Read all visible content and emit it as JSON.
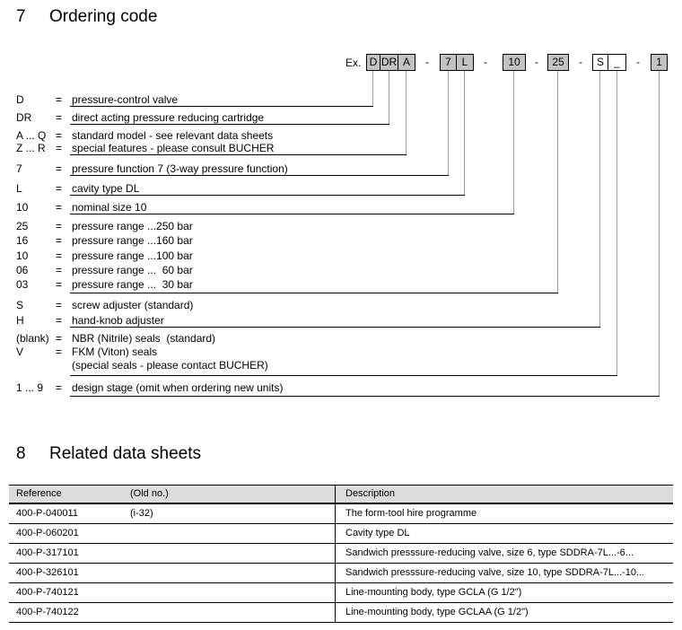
{
  "section7": {
    "number": "7",
    "title": "Ordering code",
    "example_label": "Ex.",
    "dash": "-",
    "boxes": [
      "D",
      "DR",
      "A",
      "7",
      "L",
      "10",
      "25",
      "S",
      "_",
      "1"
    ],
    "rows": [
      {
        "code": "D",
        "eq": "=",
        "desc": "pressure-control valve"
      },
      {
        "code": "DR",
        "eq": "=",
        "desc": "direct acting pressure reducing cartridge"
      },
      {
        "code": "A ... Q",
        "eq": "=",
        "desc": "standard model - see relevant data sheets"
      },
      {
        "code": "Z ... R",
        "eq": "=",
        "desc": "special features - please consult BUCHER"
      },
      {
        "code": "7",
        "eq": "=",
        "desc": "pressure function 7 (3-way pressure function)"
      },
      {
        "code": "L",
        "eq": "=",
        "desc": "cavity type DL"
      },
      {
        "code": "10",
        "eq": "=",
        "desc": "nominal size 10"
      },
      {
        "code": "25",
        "eq": "=",
        "desc": "pressure range ...250 bar"
      },
      {
        "code": "16",
        "eq": "=",
        "desc": "pressure range ...160 bar"
      },
      {
        "code": "10",
        "eq": "=",
        "desc": "pressure range ...100 bar"
      },
      {
        "code": "06",
        "eq": "=",
        "desc": "pressure range ...  60 bar"
      },
      {
        "code": "03",
        "eq": "=",
        "desc": "pressure range ...  30 bar"
      },
      {
        "code": "S",
        "eq": "=",
        "desc": "screw adjuster (standard)"
      },
      {
        "code": "H",
        "eq": "=",
        "desc": "hand-knob adjuster"
      },
      {
        "code": "(blank)",
        "eq": "=",
        "desc": "NBR (Nitrile) seals  (standard)"
      },
      {
        "code": "V",
        "eq": "=",
        "desc": "FKM (Viton) seals"
      },
      {
        "code": "",
        "eq": "",
        "desc": "(special seals - please contact BUCHER)"
      },
      {
        "code": "1 ... 9",
        "eq": "=",
        "desc": "design stage (omit when ordering new units)"
      }
    ]
  },
  "section8": {
    "number": "8",
    "title": "Related data sheets",
    "table": {
      "headers": {
        "reference": "Reference",
        "old_no": "(Old no.)",
        "description": "Description"
      },
      "rows": [
        {
          "reference": "400-P-040011",
          "old_no": "(i-32)",
          "description": "The form-tool hire programme"
        },
        {
          "reference": "400-P-060201",
          "old_no": "",
          "description": "Cavity type DL"
        },
        {
          "reference": "400-P-317101",
          "old_no": "",
          "description": "Sandwich presssure-reducing valve, size 6, type SDDRA-7L...-6..."
        },
        {
          "reference": "400-P-326101",
          "old_no": "",
          "description": "Sandwich presssure-reducing valve, size 10, type SDDRA-7L...-10..."
        },
        {
          "reference": "400-P-740121",
          "old_no": "",
          "description": "Line-mounting body, type GCLA (G 1/2\")"
        },
        {
          "reference": "400-P-740122",
          "old_no": "",
          "description": "Line-mounting body, type GCLAA (G 1/2\")"
        }
      ]
    }
  },
  "colors": {
    "box_fill": "#c3c3c3",
    "box_fill_white": "#ffffff",
    "table_header_bg": "#dcdcdc",
    "connector_gray": "#9e9e9e"
  }
}
